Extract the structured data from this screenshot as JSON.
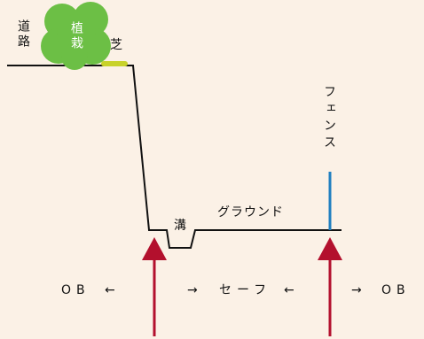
{
  "labels": {
    "road": "道路",
    "trees": "植栽",
    "lawn": "芝",
    "fence": "フェンス",
    "ditch": "溝",
    "ground": "グラウンド"
  },
  "bottom": {
    "ob_left": "OB",
    "arrow_left": "←",
    "arrow_right": "→",
    "safe": "セーフ",
    "ob_right": "OB"
  },
  "colors": {
    "background": "#fbf1e6",
    "tree": "#6cbf45",
    "lawn": "#c8d22a",
    "fence": "#1f7fc0",
    "boundary_arrow": "#b3102d",
    "terrain": "#111111"
  }
}
